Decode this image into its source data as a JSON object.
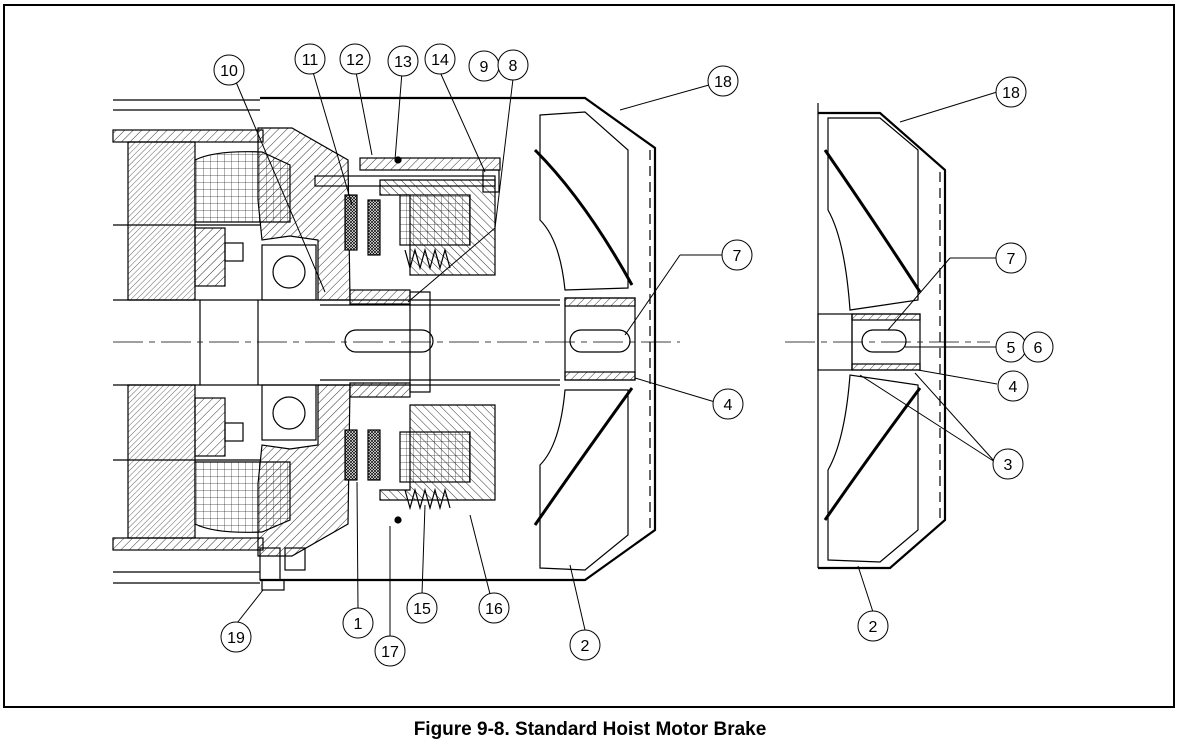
{
  "figure": {
    "caption": "Figure 9-8. Standard Hoist Motor Brake"
  },
  "callouts": [
    "10",
    "11",
    "12",
    "13",
    "14",
    "9",
    "8",
    "18",
    "7",
    "4",
    "19",
    "1",
    "17",
    "15",
    "16",
    "2",
    "18",
    "7",
    "5",
    "6",
    "4",
    "3",
    "2"
  ]
}
